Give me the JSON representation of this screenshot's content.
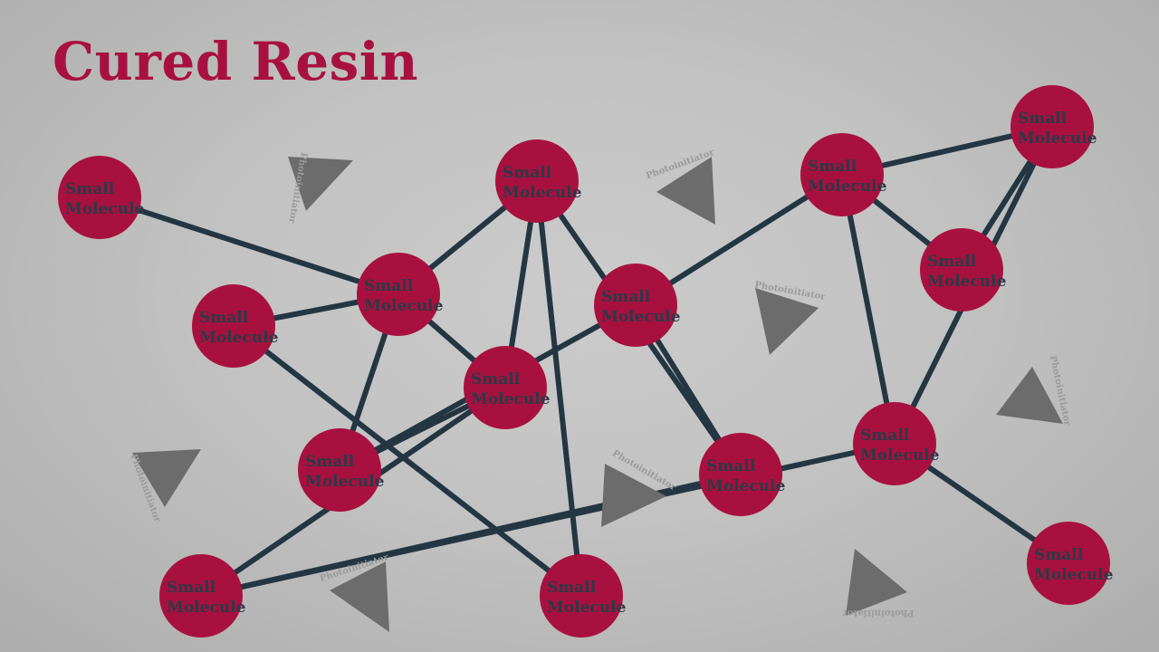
{
  "title": "Cured Resin",
  "colors": {
    "node_fill": "#a8113f",
    "node_text": "#2b3a46",
    "bond": "#243642",
    "triangle": "#6c6c6c",
    "photoinitiator_text": "#9a9a9a",
    "title": "#a8113f"
  },
  "nodes": [
    {
      "id": "n1",
      "line1": "Small",
      "line2": "Molecule"
    },
    {
      "id": "n2",
      "line1": "Small",
      "line2": "Molecule"
    },
    {
      "id": "n3",
      "line1": "Small",
      "line2": "Molecule"
    },
    {
      "id": "n4",
      "line1": "Small",
      "line2": "Molecule"
    },
    {
      "id": "n5",
      "line1": "Small",
      "line2": "Molecule"
    },
    {
      "id": "n6",
      "line1": "Small",
      "line2": "Molecule"
    },
    {
      "id": "n7",
      "line1": "Small",
      "line2": "Molecule"
    },
    {
      "id": "n8",
      "line1": "Small",
      "line2": "Molecule"
    },
    {
      "id": "n9",
      "line1": "Small",
      "line2": "Molecule"
    },
    {
      "id": "n10",
      "line1": "Small",
      "line2": "Molecule"
    },
    {
      "id": "n11",
      "line1": "Small",
      "line2": "Molecule"
    },
    {
      "id": "n12",
      "line1": "Small",
      "line2": "Molecule"
    },
    {
      "id": "n13",
      "line1": "Small",
      "line2": "Molecule"
    },
    {
      "id": "n14",
      "line1": "Small",
      "line2": "Molecule"
    },
    {
      "id": "n15",
      "line1": "Small",
      "line2": "Molecule"
    }
  ],
  "edges": [
    [
      "n1",
      "n3"
    ],
    [
      "n2",
      "n3"
    ],
    [
      "n3",
      "n4"
    ],
    [
      "n3",
      "n5"
    ],
    [
      "n3",
      "n6"
    ],
    [
      "n4",
      "n5"
    ],
    [
      "n4",
      "n7"
    ],
    [
      "n5",
      "n6"
    ],
    [
      "n5",
      "n8"
    ],
    [
      "n2",
      "n9"
    ],
    [
      "n6",
      "n9"
    ],
    [
      "n6",
      "n10"
    ],
    [
      "n7",
      "n10"
    ],
    [
      "n10",
      "n8"
    ],
    [
      "n7",
      "n11"
    ],
    [
      "n11",
      "n12"
    ],
    [
      "n11",
      "n14"
    ],
    [
      "n12",
      "n13"
    ],
    [
      "n11",
      "n13"
    ],
    [
      "n13",
      "n14"
    ],
    [
      "n8",
      "n14"
    ],
    [
      "n14",
      "n15"
    ]
  ],
  "photoinitiators": [
    {
      "label": "Photoinitiator",
      "icon": "triangle-icon"
    },
    {
      "label": "Photoinitiator",
      "icon": "triangle-icon"
    },
    {
      "label": "Photoinitiator",
      "icon": "triangle-icon"
    },
    {
      "label": "Photoinitiator",
      "icon": "triangle-icon"
    },
    {
      "label": "Photoinitiator",
      "icon": "triangle-icon"
    },
    {
      "label": "Photoinitiator",
      "icon": "triangle-icon"
    },
    {
      "label": "Photoinitiator",
      "icon": "triangle-icon"
    },
    {
      "label": "Photoinitiator",
      "icon": "triangle-icon"
    }
  ]
}
